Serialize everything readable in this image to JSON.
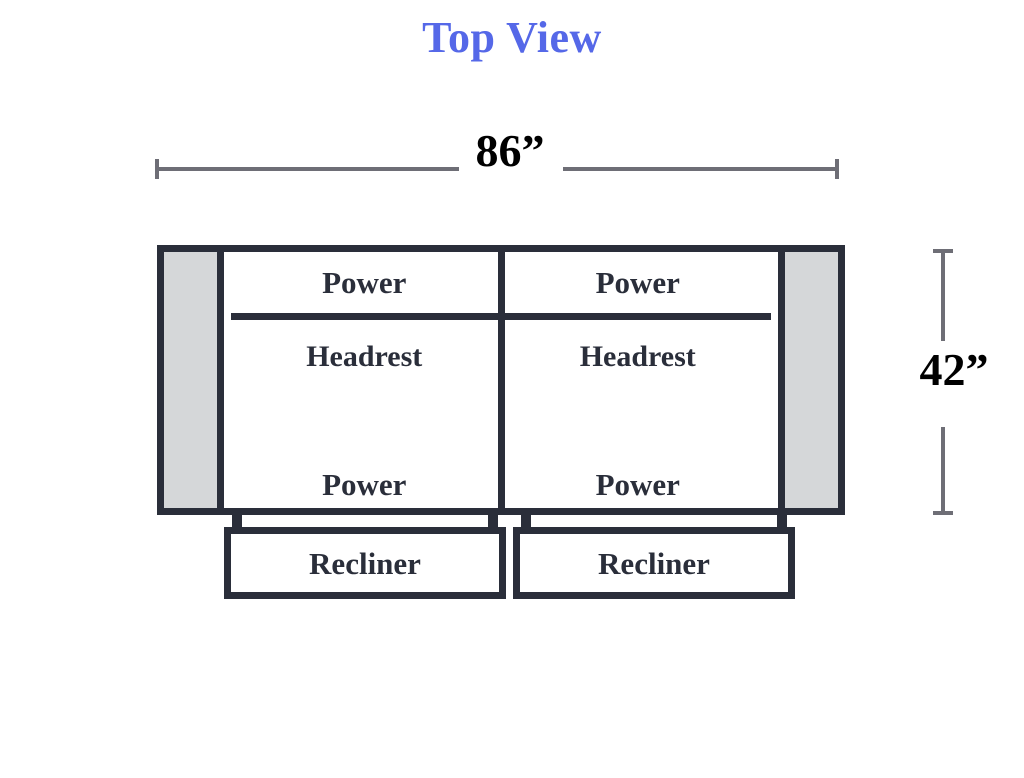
{
  "title": "Top View",
  "dimensions": {
    "width_label": "86”",
    "height_label": "42”"
  },
  "colors": {
    "title": "#5568e8",
    "frame": "#2a2e3a",
    "armrest_fill": "#d5d7d9",
    "dimension_line": "#6e6e76",
    "background": "#ffffff",
    "label_text": "#2a2e3a",
    "dimension_text": "#000000"
  },
  "sofa": {
    "armrests": [
      {
        "position": "left"
      },
      {
        "position": "right"
      }
    ],
    "seats": [
      {
        "position": "left",
        "power_top": "Power",
        "headrest": "Headrest",
        "power_bottom": "Power"
      },
      {
        "position": "right",
        "power_top": "Power",
        "headrest": "Headrest",
        "power_bottom": "Power"
      }
    ],
    "recliners": [
      {
        "position": "left",
        "label": "Recliner"
      },
      {
        "position": "right",
        "label": "Recliner"
      }
    ]
  }
}
